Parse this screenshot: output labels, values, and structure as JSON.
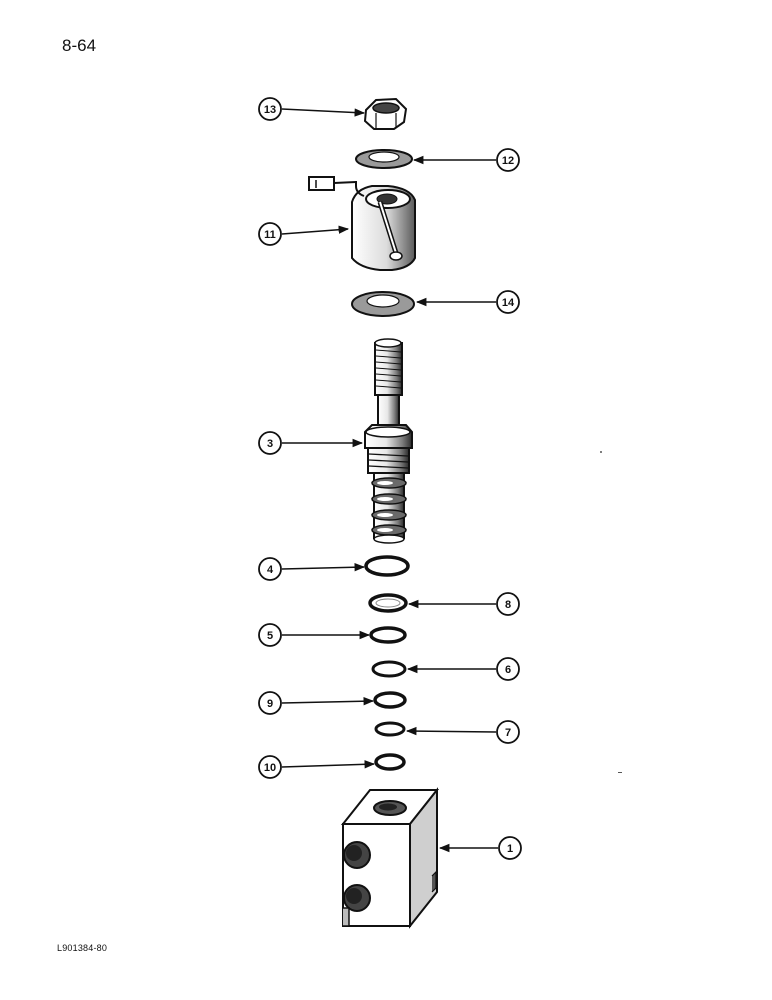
{
  "page": {
    "page_number": "8-64",
    "figure_ref": "L901384-80"
  },
  "callouts": [
    {
      "id": "c13",
      "label": "13",
      "part": "nut"
    },
    {
      "id": "c12",
      "label": "12",
      "part": "washer"
    },
    {
      "id": "c11",
      "label": "11",
      "part": "solenoid coil"
    },
    {
      "id": "c14",
      "label": "14",
      "part": "washer"
    },
    {
      "id": "c3",
      "label": "3",
      "part": "valve cartridge"
    },
    {
      "id": "c4",
      "label": "4",
      "part": "o-ring"
    },
    {
      "id": "c8",
      "label": "8",
      "part": "backup ring"
    },
    {
      "id": "c5",
      "label": "5",
      "part": "o-ring"
    },
    {
      "id": "c6",
      "label": "6",
      "part": "backup ring"
    },
    {
      "id": "c9",
      "label": "9",
      "part": "o-ring"
    },
    {
      "id": "c7",
      "label": "7",
      "part": "backup ring"
    },
    {
      "id": "c10",
      "label": "10",
      "part": "o-ring"
    },
    {
      "id": "c1",
      "label": "1",
      "part": "valve body"
    }
  ],
  "colors": {
    "ink": "#111111",
    "paper": "#ffffff",
    "shade": "#9a9a9a"
  }
}
